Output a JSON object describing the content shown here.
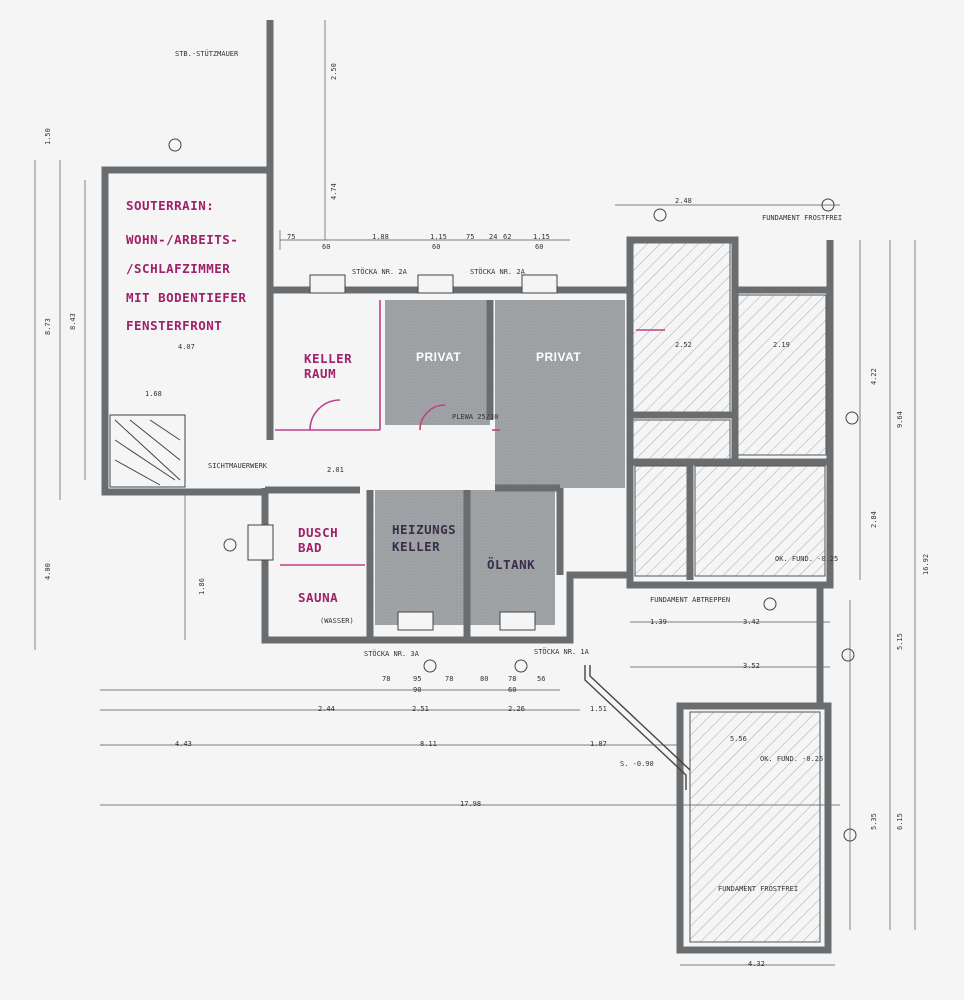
{
  "labels": {
    "souterrain_1": "SOUTERRAIN:",
    "souterrain_2": "WOHN-/ARBEITS-",
    "souterrain_3": "/SCHLAFZIMMER",
    "souterrain_4": "MIT BODENTIEFER",
    "souterrain_5": "FENSTERFRONT",
    "keller_1": "KELLER",
    "keller_2": "RAUM",
    "privat_a": "PRIVAT",
    "privat_b": "PRIVAT",
    "dusch": "DUSCH",
    "bad": "BAD",
    "sauna": "SAUNA",
    "heizung_1": "HEIZUNGS",
    "heizung_2": "KELLER",
    "oeltank": "ÖLTANK"
  },
  "dimensions": {
    "top_1": "75",
    "top_2": "1.88",
    "top_3": "1.15",
    "top_4": "75",
    "top_5": "24",
    "top_6": "62",
    "top_7": "1.15",
    "top_b1": "60",
    "top_b2": "60",
    "top_b3": "60",
    "bottom_1": "78",
    "bottom_2": "95",
    "bottom_3": "78",
    "bottom_4": "80",
    "bottom_5": "78",
    "bottom_6": "56",
    "bottom_7": "90",
    "bottom_8": "60",
    "row_1": "2.44",
    "row_2": "2.51",
    "row_3": "2.26",
    "row_4": "1.51",
    "total_1": "4.43",
    "total_2": "8.11",
    "total_3": "1.87",
    "total_4": "17.98",
    "right_1": "3.52",
    "right_2": "1.39",
    "right_3": "3.42",
    "right_4": "4.32",
    "right_5": "5.56",
    "left_1": "8.73",
    "left_2": "8.43",
    "left_3": "4.00",
    "left_4": "1.86",
    "left_5": "1.50",
    "side_1": "4.22",
    "side_2": "9.64",
    "side_3": "2.84",
    "side_4": "16.92",
    "side_5": "5.15",
    "side_6": "6.15",
    "side_7": "5.35",
    "room_1": "4.07",
    "room_2": "1.68",
    "room_3": "2.01",
    "room_4": "2.52",
    "room_5": "2.19",
    "room_6": "2.48",
    "top_far_1": "2.50",
    "top_far_2": "4.74"
  },
  "notes": {
    "stb_stuetzmauer": "STB.-STÜTZMAUER",
    "stockca_1": "STÖCKA NR. 2A",
    "stockca_2": "STÖCKA NR. 2A",
    "stockca_3": "STÖCKA NR. 3A",
    "stockca_4": "STÖCKA NR. 1A",
    "fundament_1": "FUNDAMENT FROSTFREI",
    "fundament_2": "FUNDAMENT FROSTFREI",
    "sichtmauerwerk": "SICHTMAUERWERK",
    "plewa": "PLEWA 25/10",
    "wasser": "(WASSER)",
    "s_level": "S. -0.90",
    "ok_fund_1": "OK. FUND. -0.25",
    "ok_fund_2": "OK. FUND. -0.25",
    "fundament_abtreppen": "FUNDAMENT ABTREPPEN"
  },
  "colors": {
    "annotation": "#a0206a",
    "hatched_room_fill": "#9a9ea3",
    "wall": "#6a6d70"
  }
}
